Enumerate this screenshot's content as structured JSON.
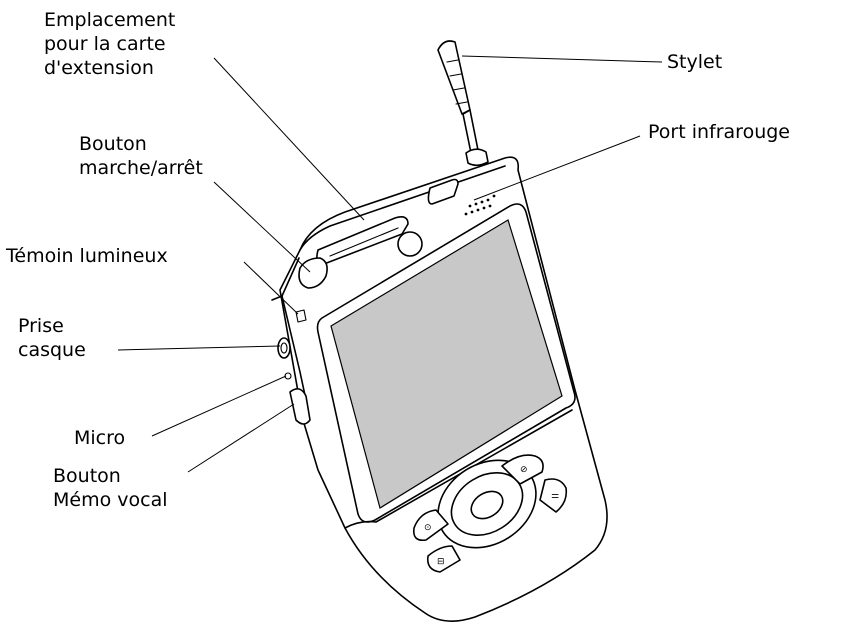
{
  "labels": {
    "card_slot": [
      "Emplacement",
      "pour la carte",
      "d'extension"
    ],
    "power_button": [
      "Bouton",
      "marche/arrêt"
    ],
    "indicator_light": "Témoin lumineux",
    "headphone_jack": [
      "Prise",
      "casque"
    ],
    "microphone": "Micro",
    "voice_memo_button": [
      "Bouton",
      "Mémo vocal"
    ],
    "stylus": "Stylet",
    "infrared_port": "Port infrarouge"
  },
  "colors": {
    "screen": "#c8c8c8",
    "outline": "#000000",
    "background": "#ffffff"
  }
}
